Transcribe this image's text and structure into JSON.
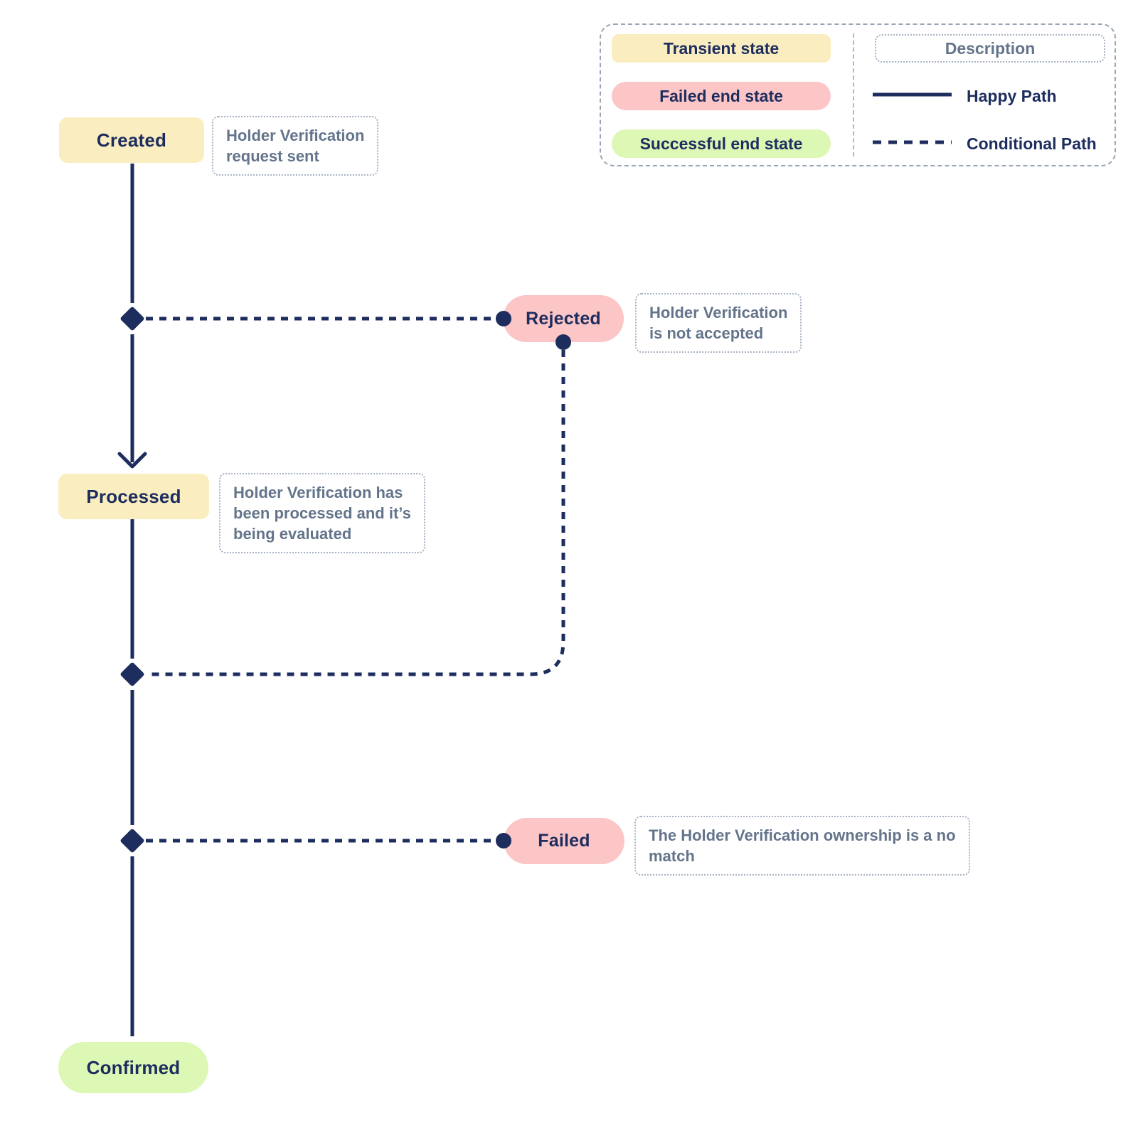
{
  "colors": {
    "navy": "#1D2D5E",
    "transient_yellow": "#FAEEC0",
    "failed_pink": "#FCC5C6",
    "success_green": "#DDF7B5",
    "description_gray": "#64748B"
  },
  "legend": {
    "transient_label": "Transient state",
    "failed_label": "Failed end state",
    "successful_label": "Successful end state",
    "description_label": "Description",
    "happy_path_label": "Happy Path",
    "conditional_path_label": "Conditional Path"
  },
  "diagram": {
    "states": [
      {
        "id": "created",
        "label": "Created",
        "type": "transient",
        "description": "Holder Verification\nrequest sent"
      },
      {
        "id": "rejected",
        "label": "Rejected",
        "type": "failed",
        "description": "Holder Verification\nis not accepted"
      },
      {
        "id": "processed",
        "label": "Processed",
        "type": "transient",
        "description": "Holder Verification has\nbeen processed and it’s\nbeing evaluated"
      },
      {
        "id": "failed",
        "label": "Failed",
        "type": "failed",
        "description": "The Holder Verification ownership is a no\nmatch"
      },
      {
        "id": "confirmed",
        "label": "Confirmed",
        "type": "successful",
        "description": ""
      }
    ]
  }
}
